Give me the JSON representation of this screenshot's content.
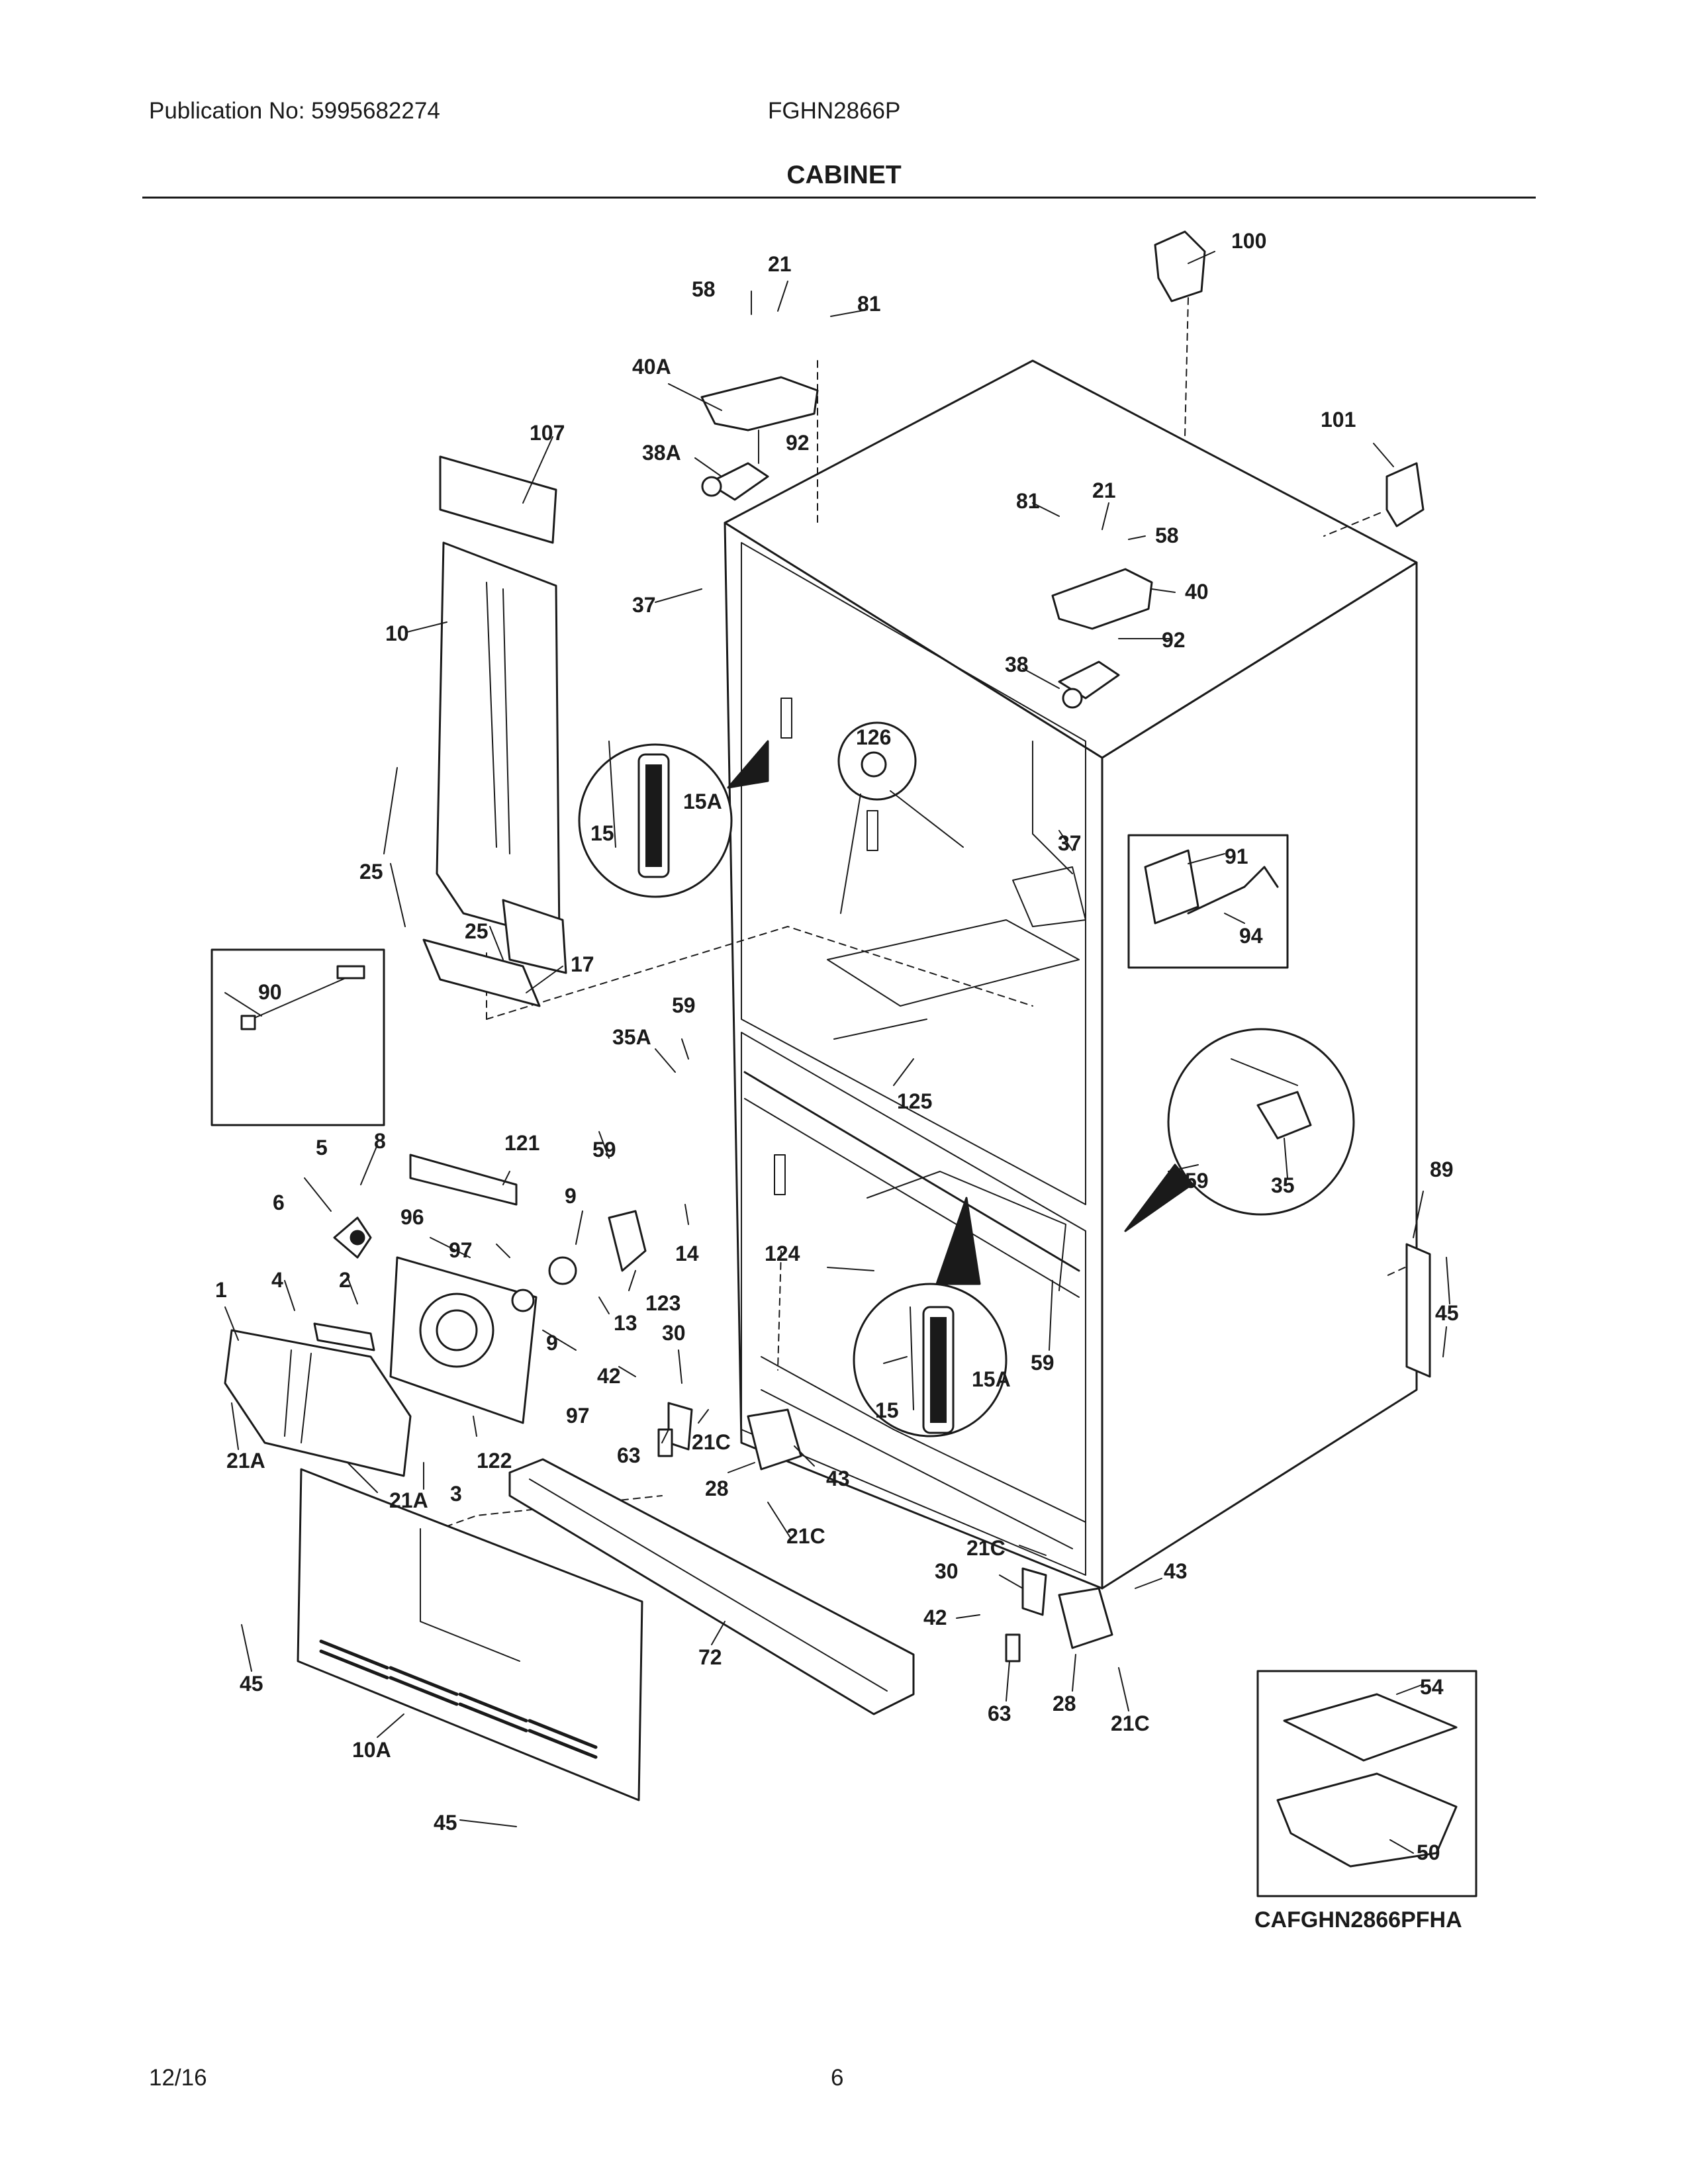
{
  "header": {
    "publication": "Publication No: 5995682274",
    "model": "FGHN2866P"
  },
  "title": "CABINET",
  "footer": {
    "date": "12/16",
    "page": "6"
  },
  "diagram_code": "CAFGHN2866PFHA",
  "callouts": {
    "c100": "100",
    "c21_top": "21",
    "c58_top": "58",
    "c81_top": "81",
    "c40A": "40A",
    "c38A": "38A",
    "c92_top": "92",
    "c107": "107",
    "c101": "101",
    "c81_right": "81",
    "c21_right": "21",
    "c58_right": "58",
    "c40": "40",
    "c92_right": "92",
    "c38": "38",
    "c37_top": "37",
    "c10": "10",
    "c15_upper": "15",
    "c15A_upper": "15A",
    "c126": "126",
    "c37_right": "37",
    "c91": "91",
    "c94": "94",
    "c25_a": "25",
    "c25_b": "25",
    "c17": "17",
    "c90": "90",
    "c59_a": "59",
    "c35A": "35A",
    "c59_b": "59",
    "c125": "125",
    "c59_c": "59",
    "c35": "35",
    "c89": "89",
    "c5": "5",
    "c8": "8",
    "c121": "121",
    "c6": "6",
    "c9_a": "9",
    "c96": "96",
    "c14": "14",
    "c124": "124",
    "c97_a": "97",
    "c123": "123",
    "c1": "1",
    "c4": "4",
    "c2": "2",
    "c13": "13",
    "c9_b": "9",
    "c30_a": "30",
    "c59_d": "59",
    "c45_right": "45",
    "c42_a": "42",
    "c97_b": "97",
    "c15_lower": "15",
    "c15A_lower": "15A",
    "c21A_a": "21A",
    "c21C_a": "21C",
    "c63_a": "63",
    "c122": "122",
    "c43_a": "43",
    "c28_a": "28",
    "c21A_b": "21A",
    "c3": "3",
    "c21C_b": "21C",
    "c21C_c": "21C",
    "c30_b": "30",
    "c43_b": "43",
    "c42_b": "42",
    "c45_left": "45",
    "c72": "72",
    "c63_b": "63",
    "c28_b": "28",
    "c21C_d": "21C",
    "c54": "54",
    "c10A": "10A",
    "c50": "50",
    "c45_bottom": "45"
  }
}
